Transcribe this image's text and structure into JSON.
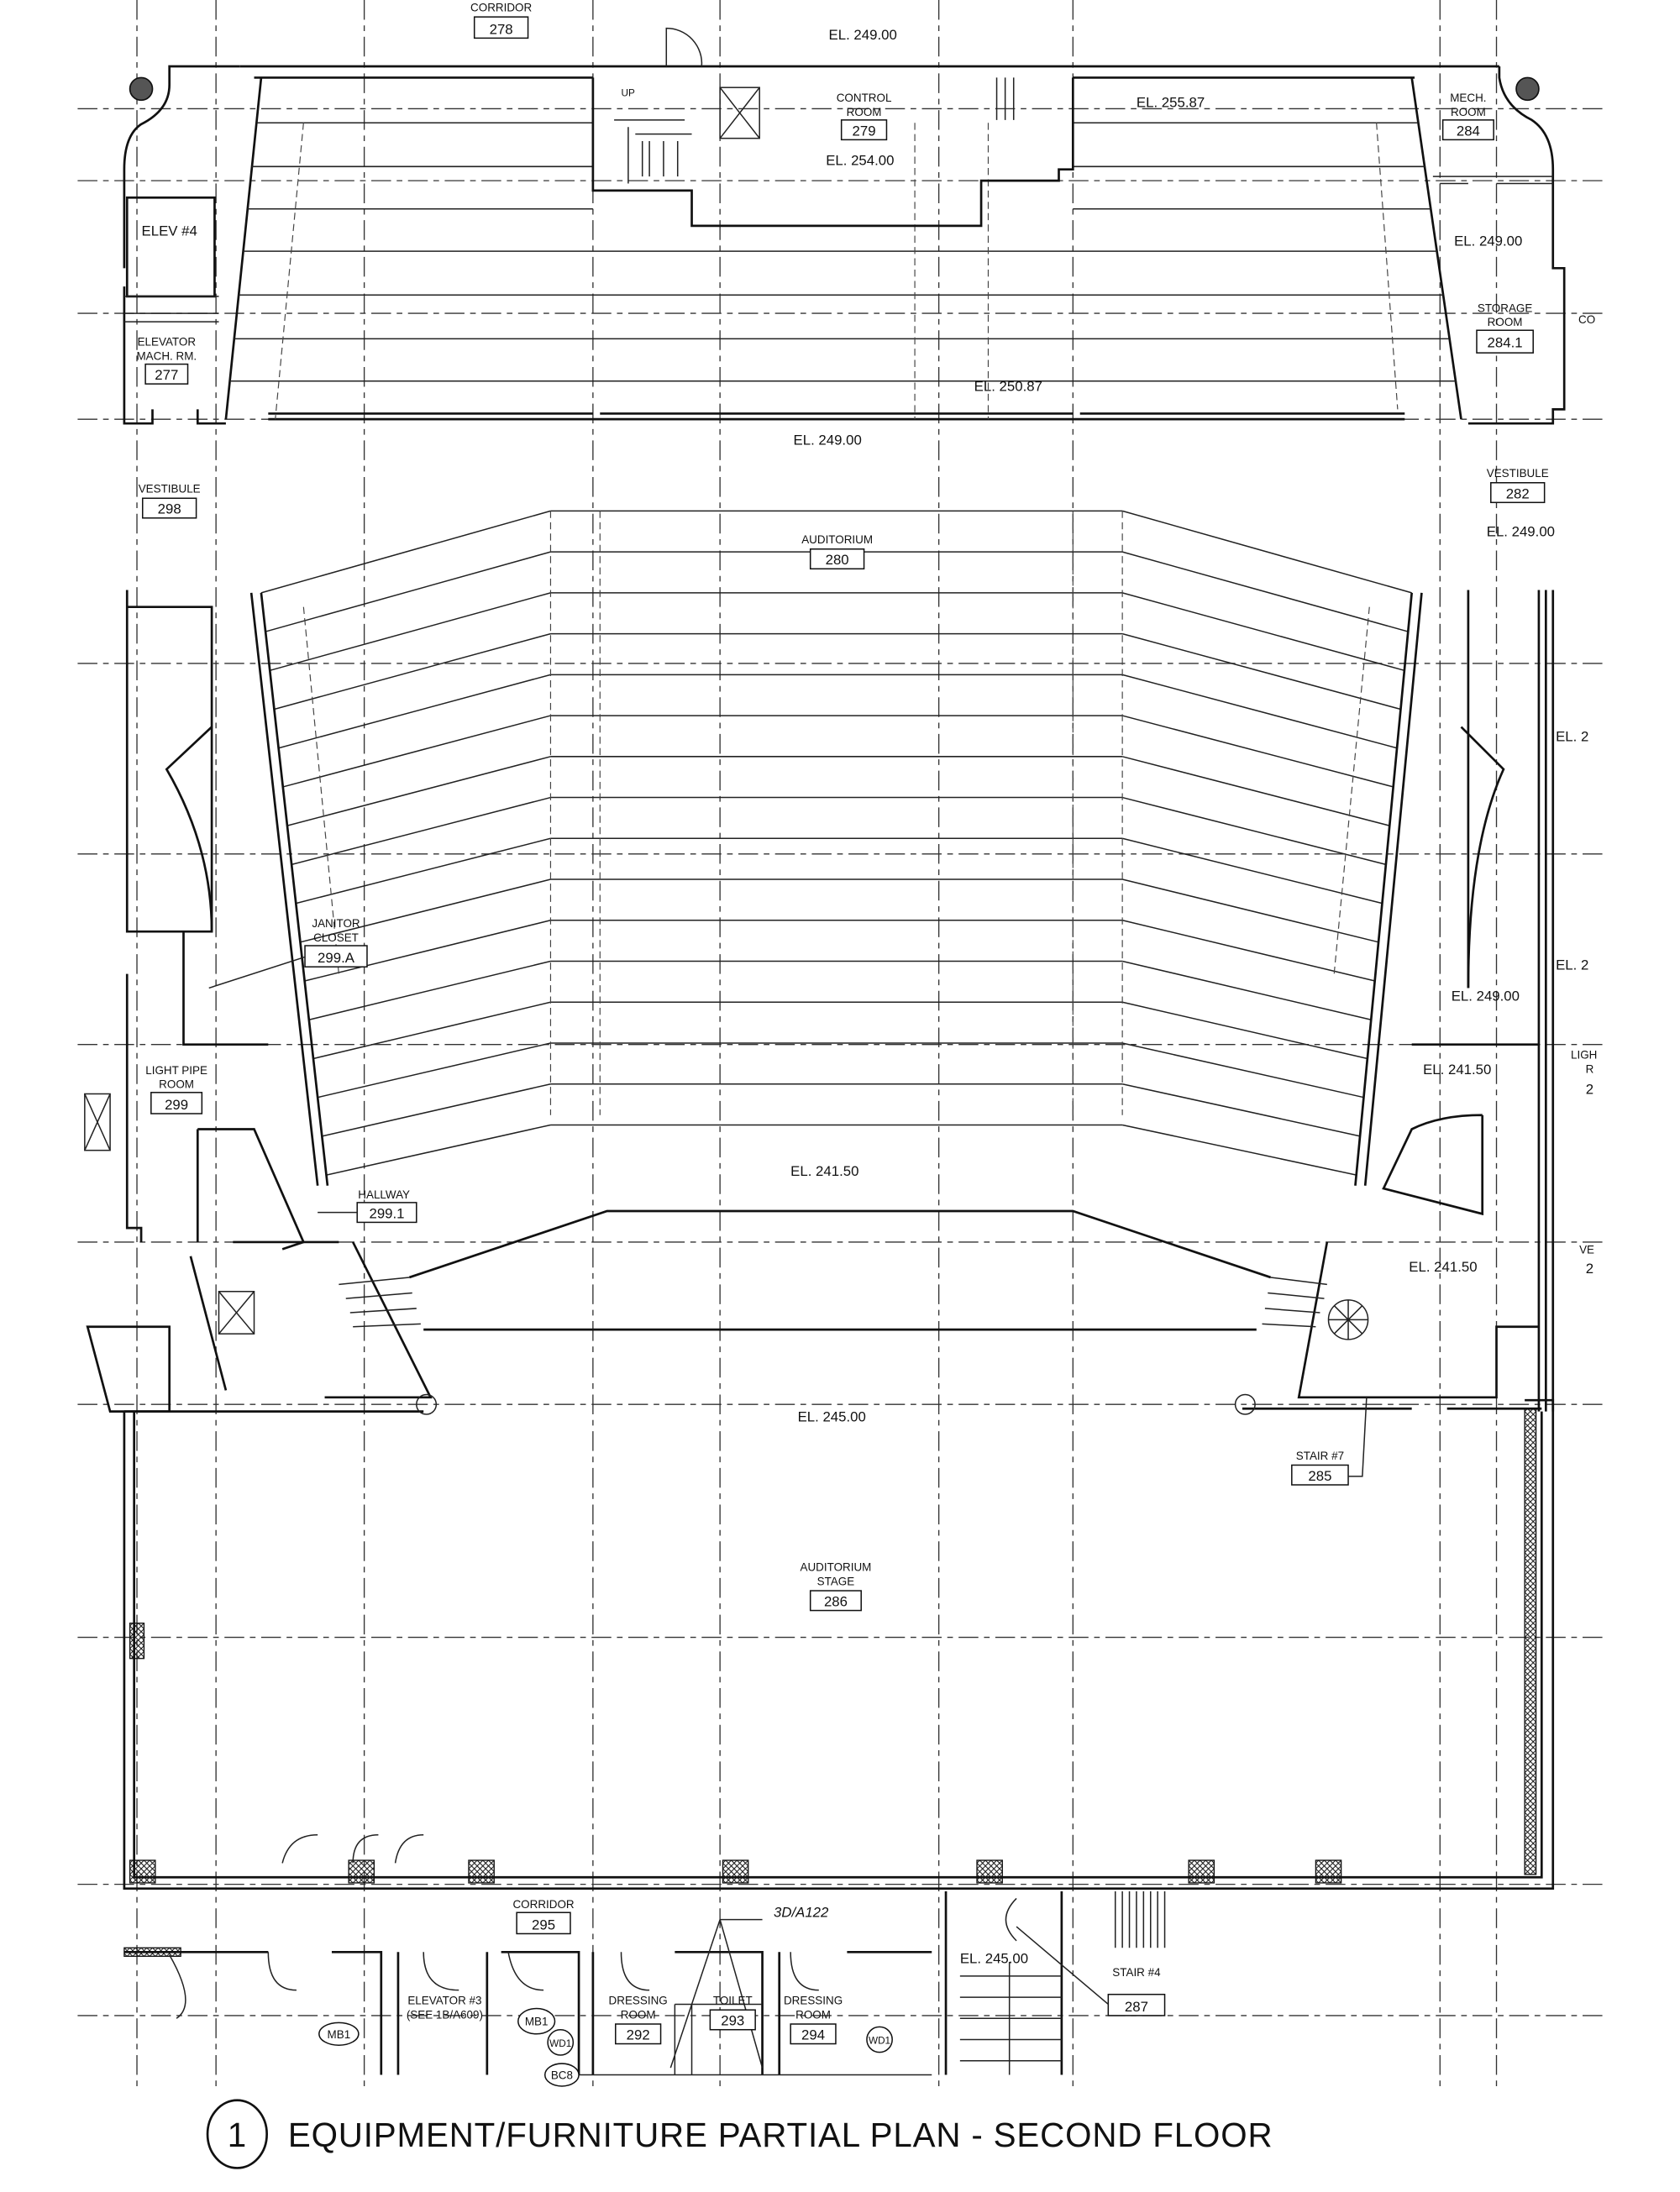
{
  "drawing": {
    "title_number": "1",
    "title": "EQUIPMENT/FURNITURE PARTIAL PLAN - SECOND FLOOR"
  },
  "rooms": {
    "corridor_278": {
      "name": "CORRIDOR",
      "number": "278"
    },
    "control_room": {
      "name1": "CONTROL",
      "name2": "ROOM",
      "number": "279"
    },
    "mech_room": {
      "name1": "MECH.",
      "name2": "ROOM",
      "number": "284"
    },
    "elev4": {
      "name": "ELEV #4"
    },
    "elev_mach": {
      "name1": "ELEVATOR",
      "name2": "MACH. RM.",
      "number": "277"
    },
    "storage": {
      "name1": "STORAGE",
      "name2": "ROOM",
      "number": "284.1"
    },
    "vestibule_298": {
      "name": "VESTIBULE",
      "number": "298"
    },
    "vestibule_282": {
      "name": "VESTIBULE",
      "number": "282"
    },
    "auditorium": {
      "name": "AUDITORIUM",
      "number": "280"
    },
    "janitor": {
      "name1": "JANITOR",
      "name2": "CLOSET",
      "number": "299.A"
    },
    "light_pipe": {
      "name1": "LIGHT PIPE",
      "name2": "ROOM",
      "number": "299"
    },
    "hallway": {
      "name": "HALLWAY",
      "number": "299.1"
    },
    "stair7": {
      "name": "STAIR #7",
      "number": "285"
    },
    "stage": {
      "name1": "AUDITORIUM",
      "name2": "STAGE",
      "number": "286"
    },
    "corridor_295": {
      "name": "CORRIDOR",
      "number": "295"
    },
    "elevator3": {
      "name1": "ELEVATOR #3",
      "name2": "(SEE 1B/A609)"
    },
    "dressing_292": {
      "name1": "DRESSING",
      "name2": "ROOM",
      "number": "292"
    },
    "toilet": {
      "name": "TOILET",
      "number": "293"
    },
    "dressing_294": {
      "name1": "DRESSING",
      "name2": "ROOM",
      "number": "294"
    },
    "stair4": {
      "name": "STAIR #4",
      "number": "287"
    }
  },
  "elevations": {
    "top": "EL. 249.00",
    "control": "EL. 254.00",
    "balcony_high": "EL. 255.87",
    "mech": "EL. 249.00",
    "balcony_low": "EL. 250.87",
    "cross_aisle": "EL. 249.00",
    "vestibule_right": "EL. 249.00",
    "right_upper": "EL. 249.00",
    "right_mid": "EL. 241.50",
    "orchestra": "EL. 241.50",
    "right_lower": "EL. 241.50",
    "stage": "EL. 245.00",
    "stair4": "EL. 245.00",
    "partial_a": "EL. 2",
    "partial_b": "EL. 2"
  },
  "partial_labels": {
    "co": "CO",
    "ligh": "LIGH",
    "r": "R",
    "ve": "VE",
    "n2a": "2",
    "n2b": "2"
  },
  "tags": {
    "section_ref": "3D/A122",
    "mb1_a": "MB1",
    "mb1_b": "MB1",
    "bc8": "BC8",
    "wd1_a": "WD1",
    "wd1_b": "WD1",
    "up": "UP"
  }
}
